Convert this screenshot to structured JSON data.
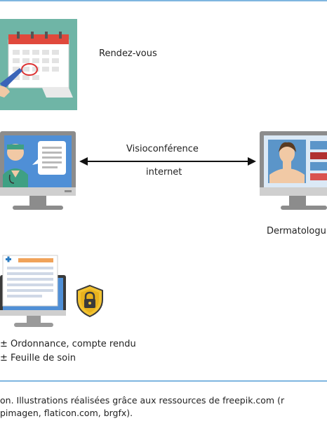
{
  "labels": {
    "appointment": "Rendez-vous",
    "videoconference": "Visioconférence",
    "internet": "internet",
    "dermatologist": "Dermatologu",
    "prescription": "± Ordonnance, compte rendu",
    "care_sheet": "± Feuille de soin"
  },
  "caption": {
    "line1": "on. Illustrations réalisées grâce aux ressources de freepik.com (r",
    "line2": "pimagen, flaticon.com, brgfx)."
  },
  "colors": {
    "frame": "#7fb6e0",
    "teal": "#6fb5a6",
    "screen_blue": "#4f8fd6",
    "monitor_gray": "#8c8c8c",
    "shield": "#f2c230"
  },
  "icons": {
    "calendar": "calendar-icon",
    "doctor_monitor": "doctor-monitor-icon",
    "patient_monitor": "patient-monitor-icon",
    "prescription_monitor": "prescription-monitor-icon",
    "shield_lock": "shield-lock-icon",
    "arrow": "double-arrow-icon"
  }
}
